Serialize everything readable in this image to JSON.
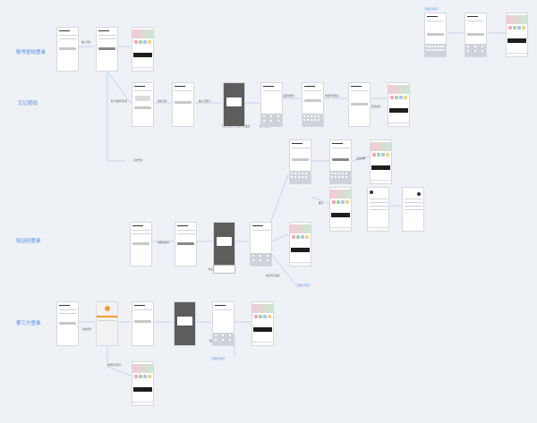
{
  "lanes": {
    "account_login": "账号密码登录",
    "forgot_password": "忘记密码",
    "code_login": "验证码登录",
    "third_party_login": "第三方登录"
  },
  "annotations": {
    "a1": "已绑定手机号",
    "a2": "输入密码",
    "a3": "账号或密码错误",
    "a4": "密码可见",
    "a5": "输入手机号",
    "a6": "获取验证码 / 验证码已发送",
    "a7": "输入验证码",
    "a8": "设置新密码",
    "a9": "重置密码成功",
    "a10": "验证码已发送",
    "a11": "登录成功",
    "a12": "首次登录",
    "a13": "完善资料",
    "a14": "跳过",
    "a15": "获取验证码",
    "a16": "验证码错误",
    "a17": "已绑定手机号",
    "a18": "授权登录",
    "a19": "未绑定手机号",
    "a20": "绑定手机号",
    "a21": "已绑定手机号"
  },
  "colors": {
    "accent": "#4a86e8",
    "connector": "#9bb8e6",
    "canvas": "#eef1f5"
  }
}
